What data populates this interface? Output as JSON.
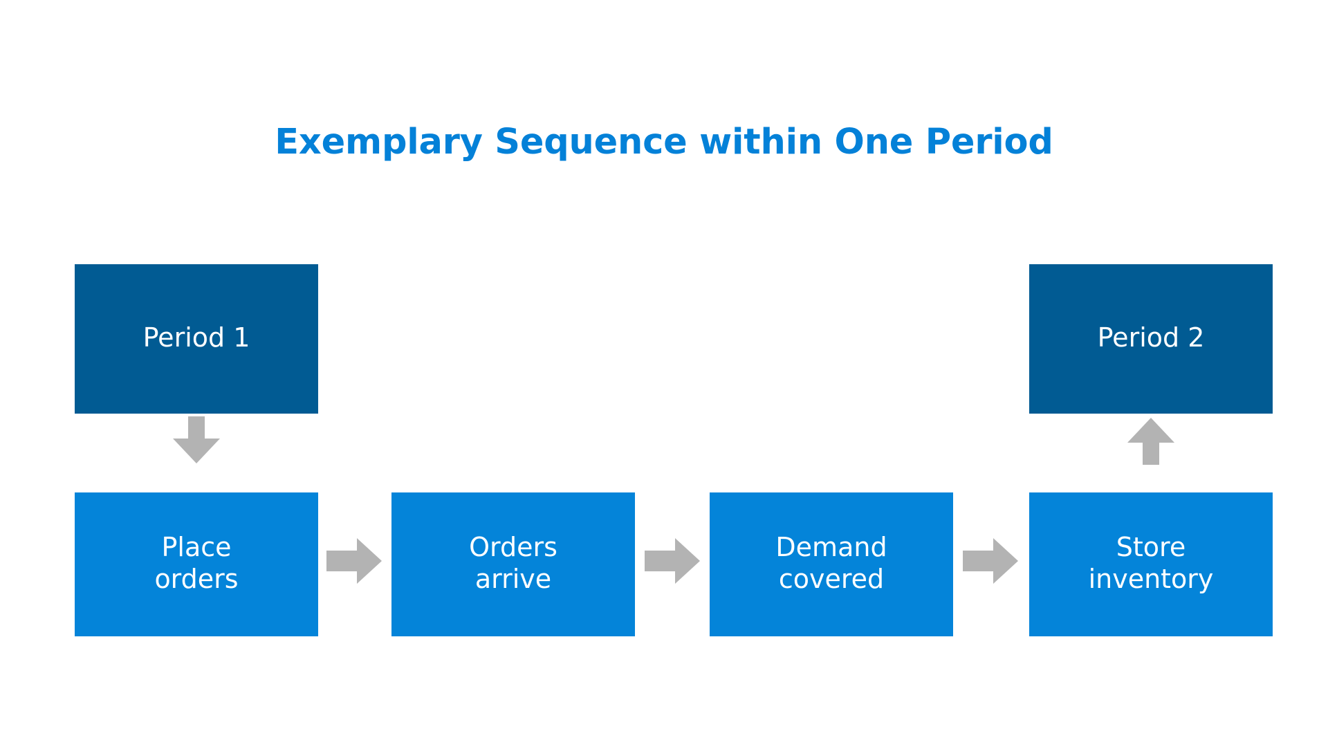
{
  "title": "Exemplary Sequence within One Period",
  "colors": {
    "background": "#ffffff",
    "title": "#0481D8",
    "period_box": "#015B93",
    "step_box": "#0484D9",
    "arrow": "#B3B3B3",
    "box_text": "#ffffff"
  },
  "periods": [
    {
      "label": "Period 1"
    },
    {
      "label": "Period 2"
    }
  ],
  "steps": [
    {
      "line1": "Place",
      "line2": "orders"
    },
    {
      "line1": "Orders",
      "line2": "arrive"
    },
    {
      "line1": "Demand",
      "line2": "covered"
    },
    {
      "line1": "Store",
      "line2": "inventory"
    }
  ],
  "arrows": {
    "down_label": "arrow-down",
    "up_label": "arrow-up",
    "right_label": "arrow-right"
  }
}
